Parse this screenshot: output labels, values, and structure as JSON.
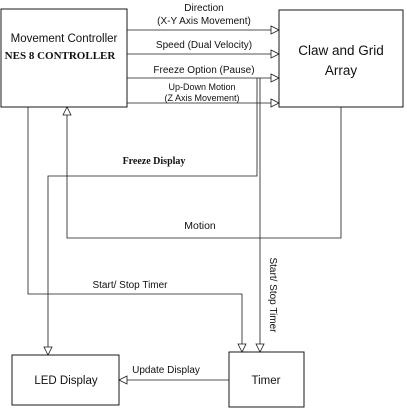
{
  "nodes": {
    "movement_controller": {
      "title": "Movement Controller",
      "subtitle": "NES 8 CONTROLLER"
    },
    "claw_grid": {
      "line1": "Claw and Grid",
      "line2": "Array"
    },
    "led_display": {
      "label": "LED Display"
    },
    "timer": {
      "label": "Timer"
    }
  },
  "edges": {
    "direction": {
      "line1": "Direction",
      "line2": "(X-Y Axis Movement)"
    },
    "speed": {
      "label": "Speed (Dual Velocity)"
    },
    "freeze_option": {
      "label": "Freeze Option (Pause)"
    },
    "up_down": {
      "line1": "Up-Down Motion",
      "line2": "(Z Axis Movement)"
    },
    "freeze_display": {
      "label": "Freeze Display"
    },
    "motion": {
      "label": "Motion"
    },
    "start_stop_timer": {
      "label": "Start/ Stop Timer"
    },
    "start_stop_timer_vertical": {
      "label": "Start/ Stop Timer"
    },
    "update_display": {
      "label": "Update Display"
    }
  }
}
